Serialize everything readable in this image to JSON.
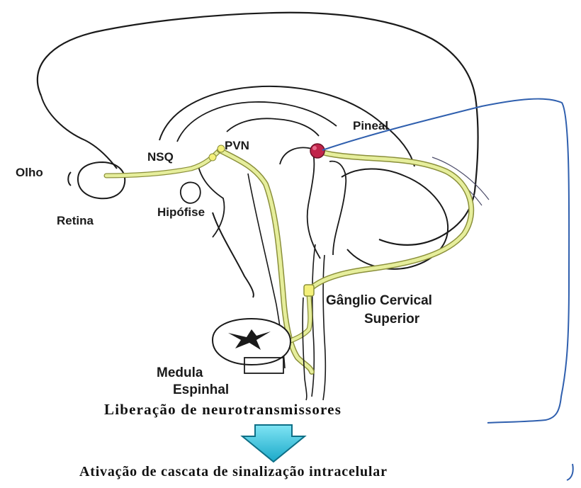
{
  "labels": {
    "olho": "Olho",
    "retina": "Retina",
    "nsq": "NSQ",
    "pvn": "PVN",
    "hipofise": "Hipófise",
    "pineal": "Pineal",
    "ganglio_line1": "Gânglio Cervical",
    "ganglio_line2": "Superior",
    "medula_line1": "Medula",
    "medula_line2": "Espinhal"
  },
  "captions": {
    "release": "Liberação de neurotransmissores",
    "activation": "Ativação de cascata de sinalização intracelular"
  },
  "colors": {
    "outline": "#1a1a1a",
    "pathway": "#e6ee9c",
    "pathway_edge": "#8a8f3a",
    "nucleus": "#f4f07a",
    "pineal": "#c0244a",
    "feedback_line": "#2f5fae",
    "arrow_fill": "#29c3e0"
  }
}
